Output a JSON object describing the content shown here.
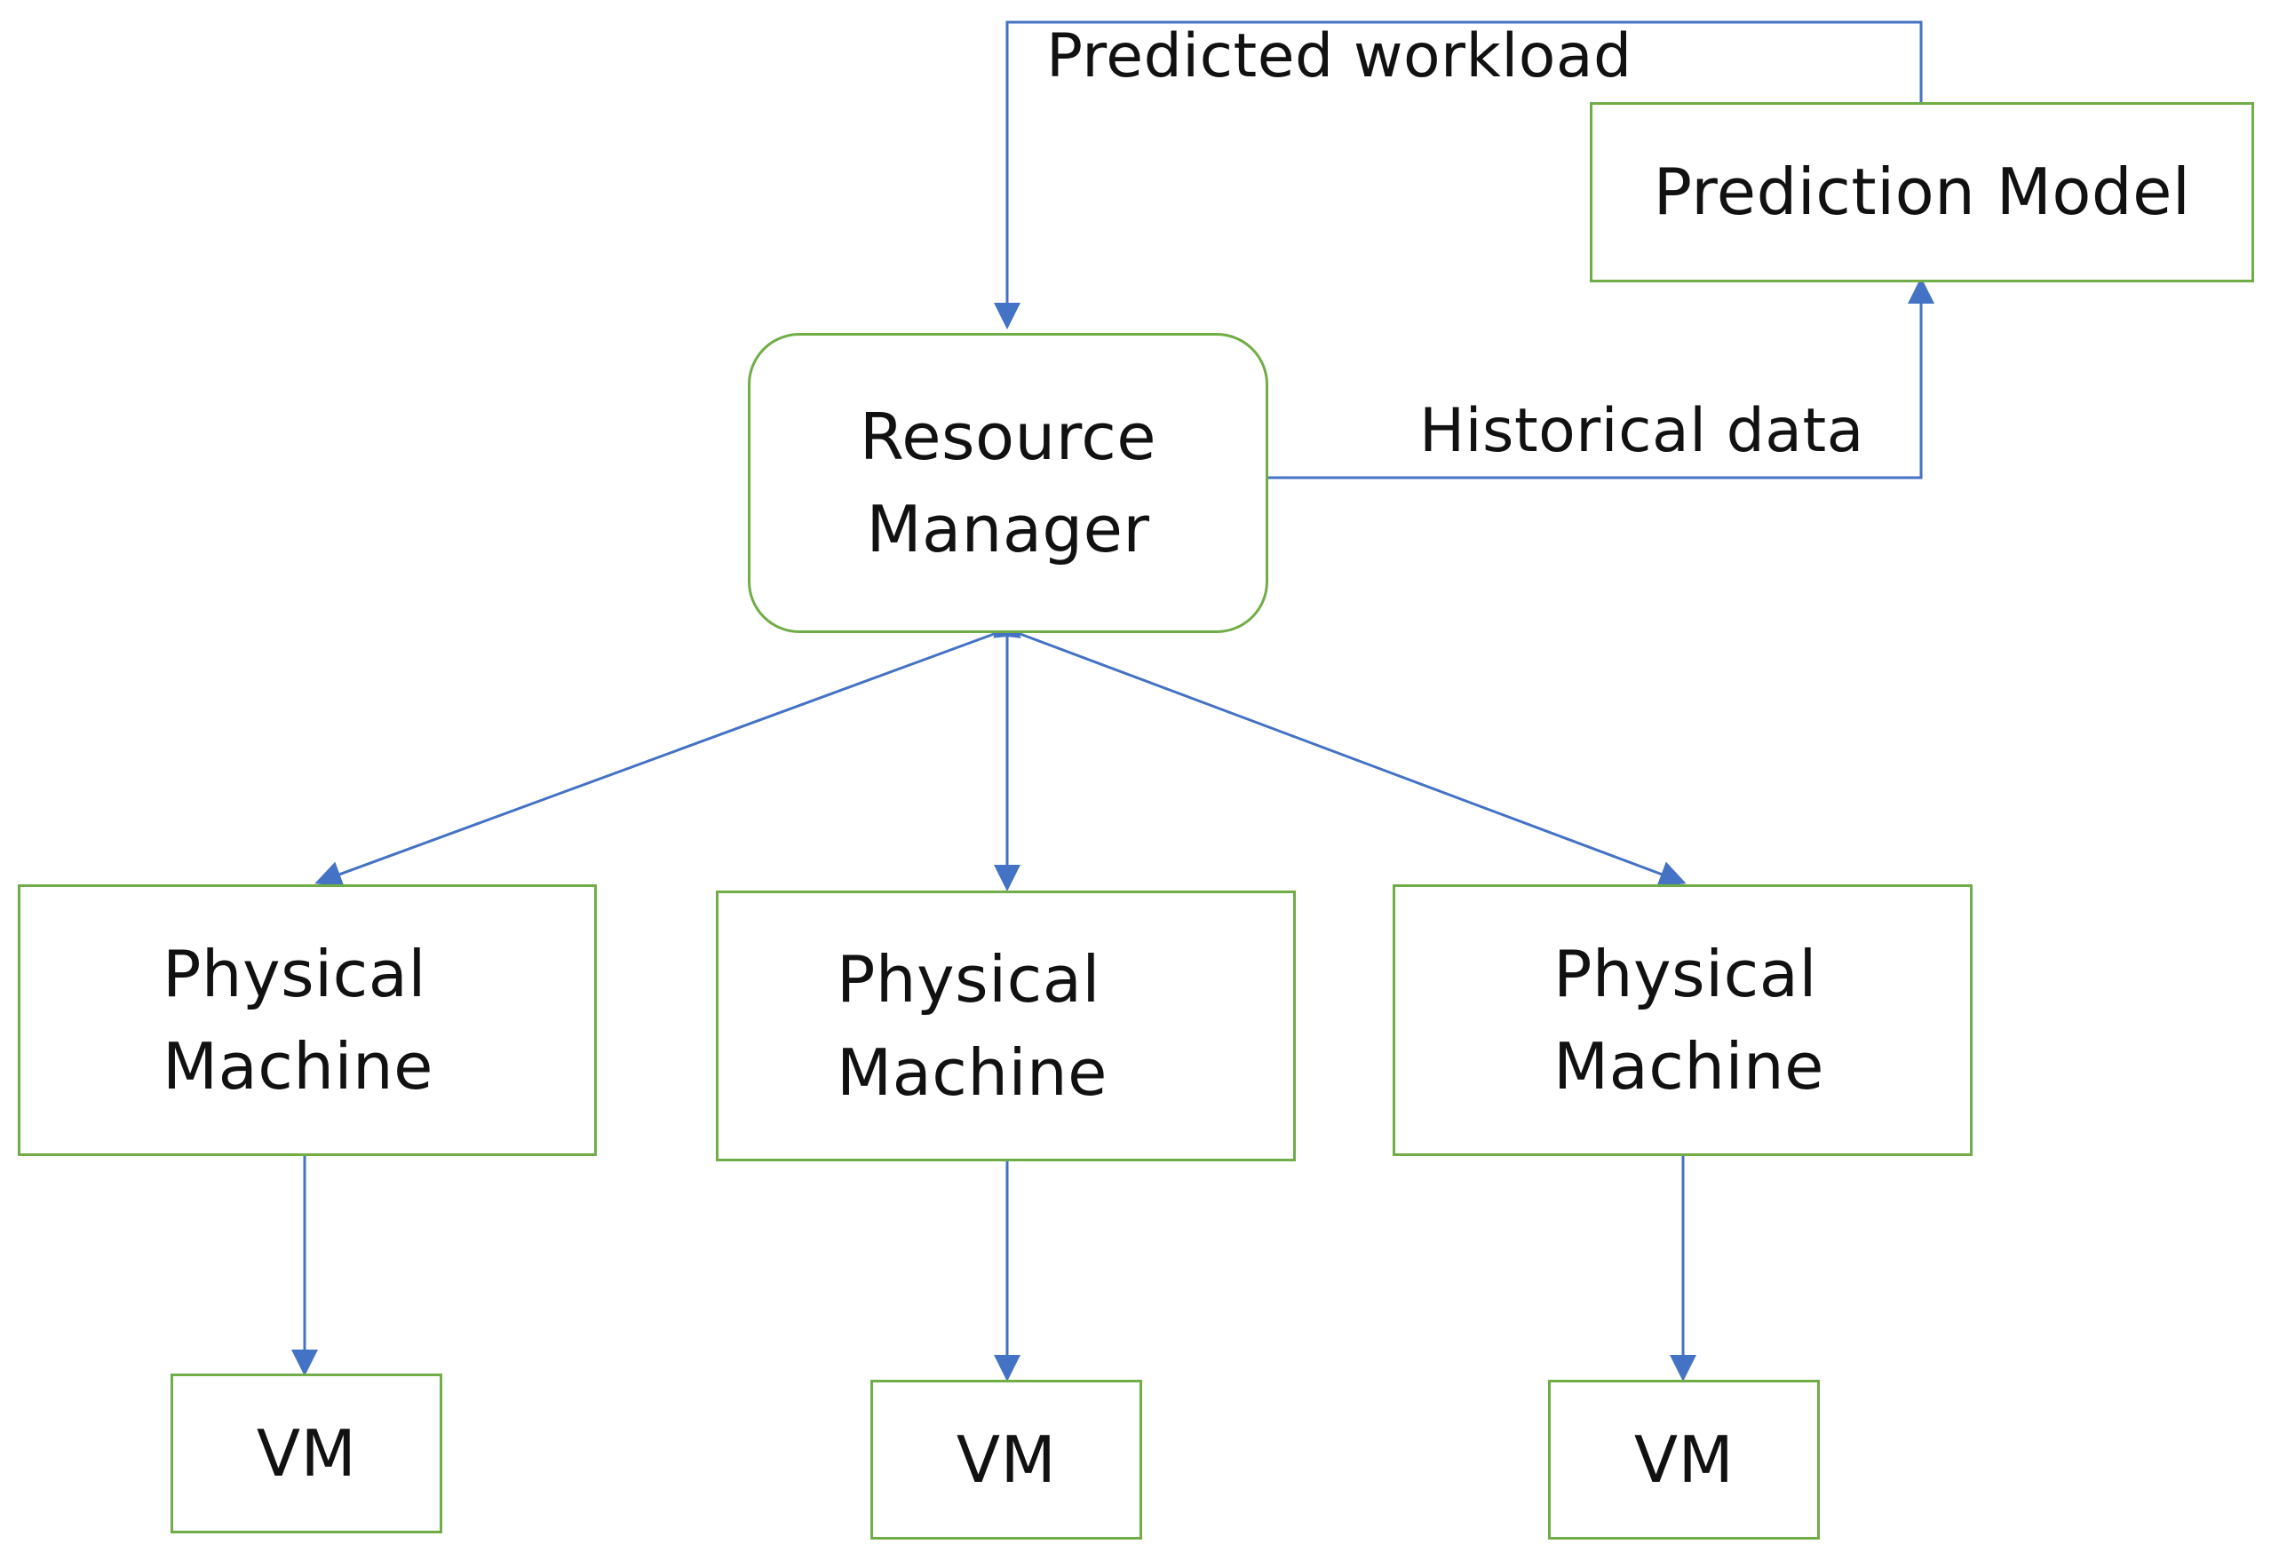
{
  "nodes": {
    "prediction_model": {
      "label": "Prediction Model"
    },
    "resource_manager": {
      "label": "Resource\nManager"
    },
    "physical_machine_1": {
      "label": "Physical\nMachine"
    },
    "physical_machine_2": {
      "label": "Physical\nMachine"
    },
    "physical_machine_3": {
      "label": "Physical\nMachine"
    },
    "vm_1": {
      "label": "VM"
    },
    "vm_2": {
      "label": "VM"
    },
    "vm_3": {
      "label": "VM"
    }
  },
  "edges": {
    "predicted_workload": {
      "label": "Predicted workload"
    },
    "historical_data": {
      "label": "Historical data"
    }
  },
  "colors": {
    "node_border": "#70ad47",
    "edge": "#4472c4",
    "text": "#111111",
    "background": "#ffffff"
  }
}
